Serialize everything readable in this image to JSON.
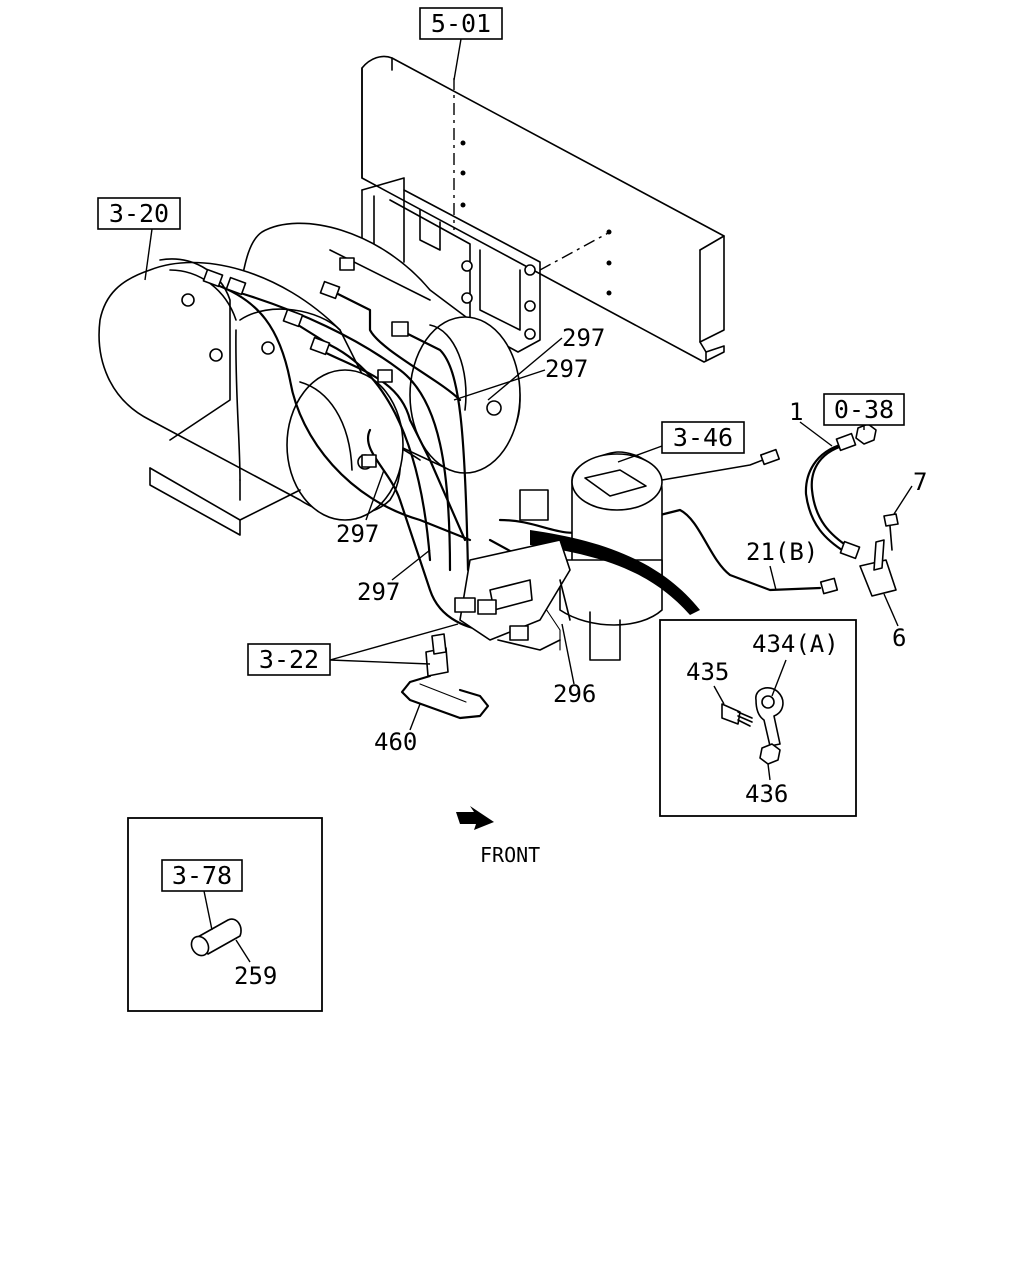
{
  "references": {
    "frame": "5-01",
    "tanks": "3-20",
    "fitting_ref": "0-38",
    "dryer": "3-46",
    "valve_ref": "3-22",
    "inset_ref": "3-78"
  },
  "callouts": {
    "p297a": "297",
    "p297b": "297",
    "p297c": "297",
    "p297d": "297",
    "p1": "1",
    "p7": "7",
    "p6": "6",
    "p21b": "21(B)",
    "p296": "296",
    "p460": "460",
    "p434a": "434(A)",
    "p435": "435",
    "p436": "436",
    "p259": "259"
  },
  "front_label": "FRONT",
  "icons": [
    "front-arrow-icon"
  ]
}
